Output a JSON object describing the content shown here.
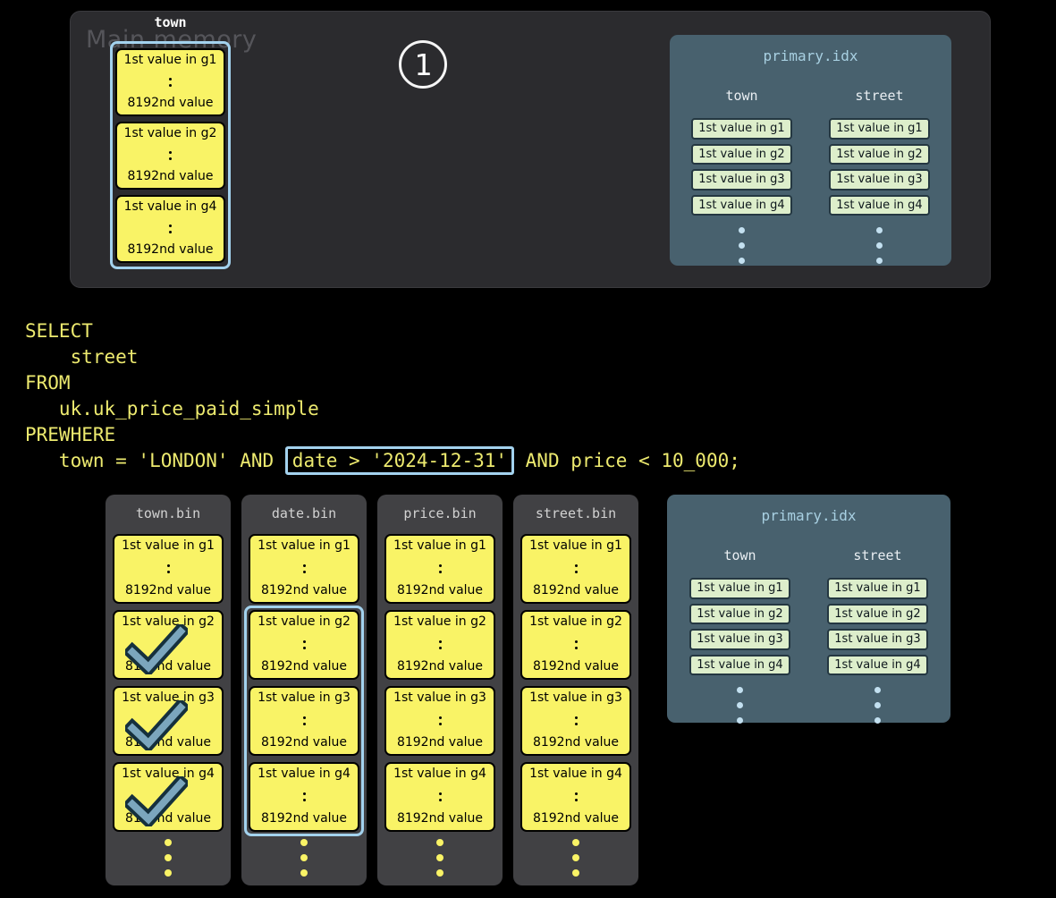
{
  "step_badge": {
    "label": "1"
  },
  "main_memory": {
    "title": "Main memory",
    "column_label": "town",
    "granules": [
      {
        "first": "1st value in g1",
        "last": "8192nd value"
      },
      {
        "first": "1st value in g2",
        "last": "8192nd value"
      },
      {
        "first": "1st value in g4",
        "last": "8192nd value"
      }
    ]
  },
  "primary_index": {
    "title": "primary.idx",
    "columns": [
      {
        "label": "town",
        "entries": [
          "1st value in g1",
          "1st value in g2",
          "1st value in g3",
          "1st value in g4"
        ]
      },
      {
        "label": "street",
        "entries": [
          "1st value in g1",
          "1st value in g2",
          "1st value in g3",
          "1st value in g4"
        ]
      }
    ]
  },
  "sql": {
    "lines": [
      "SELECT",
      "    street",
      "FROM",
      "   uk.uk_price_paid_simple",
      "PREWHERE"
    ],
    "condition_before": "   town = 'LONDON' AND ",
    "condition_highlighted": "date > '2024-12-31'",
    "condition_after": " AND price < 10_000;"
  },
  "bin_files": [
    {
      "title": "town.bin",
      "checked": [
        2,
        3,
        4
      ],
      "highlight": null
    },
    {
      "title": "date.bin",
      "checked": [],
      "highlight": [
        2,
        4
      ]
    },
    {
      "title": "price.bin",
      "checked": [],
      "highlight": null
    },
    {
      "title": "street.bin",
      "checked": [],
      "highlight": null
    }
  ],
  "bin_granules": [
    {
      "first": "1st value in g1",
      "last": "8192nd value"
    },
    {
      "first": "1st value in g2",
      "last": "8192nd value"
    },
    {
      "first": "1st value in g3",
      "last": "8192nd value"
    },
    {
      "first": "1st value in g4",
      "last": "8192nd value"
    }
  ],
  "colors": {
    "highlight_blue": "#a3d2ee",
    "granule_yellow": "#f9f366",
    "index_panel_blue": "#48616e",
    "index_chip_green": "#ddeecb",
    "sql_text_yellow": "#edea6f",
    "check_fill_blue": "#7ba6bd",
    "check_outline_navy": "#15303d"
  }
}
